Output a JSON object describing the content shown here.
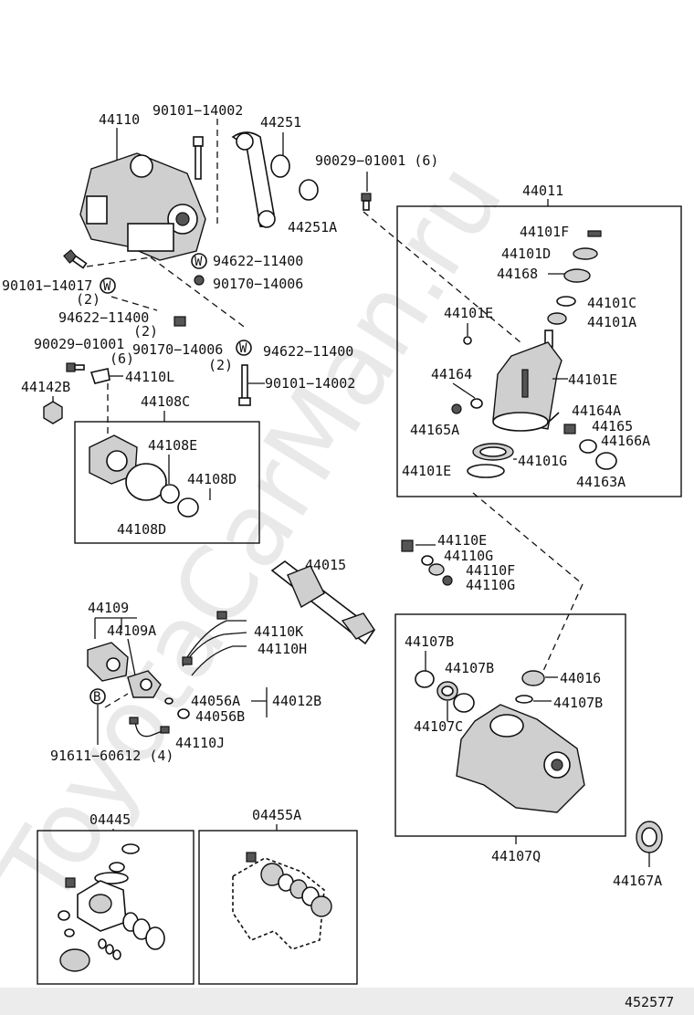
{
  "diagram_id": "452577",
  "watermark": "ToyotaCarMan.ru",
  "labels": {
    "p44110": "44110",
    "p90101_14002_top": "90101−14002",
    "p44251": "44251",
    "p44251A": "44251A",
    "p90029_top": "90029−01001 (6)",
    "p44011": "44011",
    "p94622_a": "94622−11400",
    "p90170_a": "90170−14006",
    "p90101_14017": "90101−14017",
    "p2_a": "(2)",
    "p94622_b": "94622−11400",
    "p2_b": "(2)",
    "p90029_left": "90029−01001",
    "p6_left": "(6)",
    "p90170_b": "90170−14006",
    "p94622_c": "94622−11400",
    "p2_c": "(2)",
    "p44110L": "44110L",
    "p90101_14002_mid": "90101−14002",
    "p44142B": "44142B",
    "p44108C": "44108C",
    "p44108E": "44108E",
    "p44108D_r": "44108D",
    "p44108D_b": "44108D",
    "p44101F": "44101F",
    "p44101D": "44101D",
    "p44168": "44168",
    "p44101C": "44101C",
    "p44101A": "44101A",
    "p44101E_a": "44101E",
    "p44101E_b": "44101E",
    "p44164": "44164",
    "p44165A": "44165A",
    "p44164A": "44164A",
    "p44165": "44165",
    "p44166A": "44166A",
    "p44101G": "44101G",
    "p44101E_c": "44101E",
    "p44163A": "44163A",
    "p44015": "44015",
    "p44110E": "44110E",
    "p44110G_a": "44110G",
    "p44110F": "44110F",
    "p44110G_b": "44110G",
    "p44109": "44109",
    "p44109A": "44109A",
    "p44110K": "44110K",
    "p44110H": "44110H",
    "p44107B_a": "44107B",
    "p44107B_b": "44107B",
    "p44016": "44016",
    "p44107B_c": "44107B",
    "p44107C": "44107C",
    "p44056A": "44056A",
    "p44056B": "44056B",
    "p44012B": "44012B",
    "p91611": "91611−60612 (4)",
    "p44110J": "44110J",
    "p04445": "04445",
    "p04455A": "04455A",
    "p44107Q": "44107Q",
    "p44167A": "44167A",
    "w_symbol": "W",
    "b_symbol": "B"
  }
}
